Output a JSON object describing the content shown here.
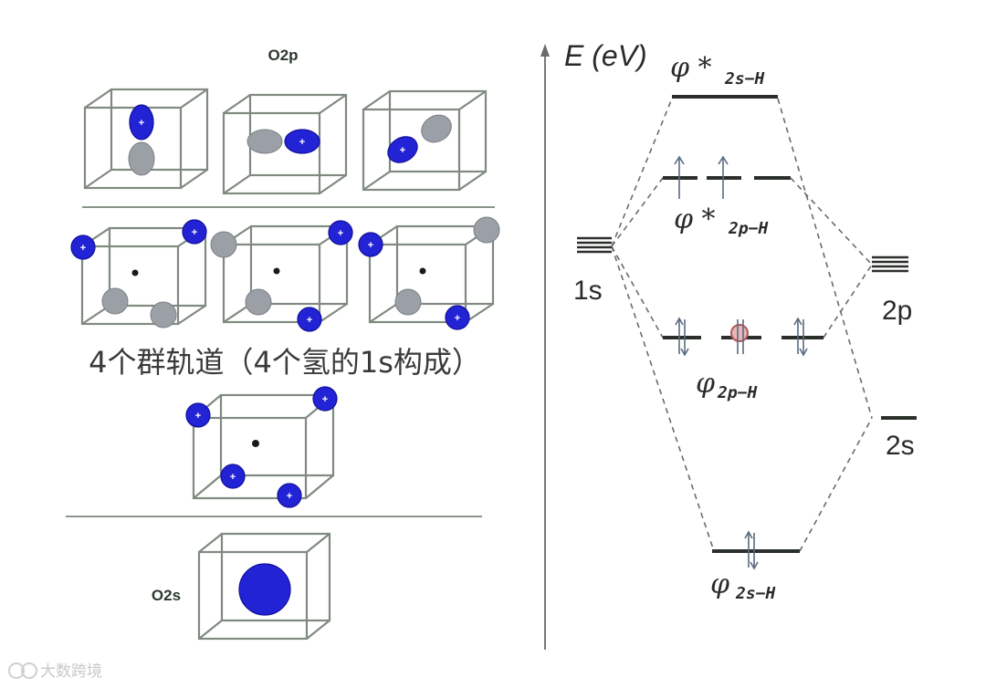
{
  "left": {
    "o2p_label": "O2p",
    "group_orbitals_caption": "4个群轨道（4个氢的1s构成）",
    "o2s_label": "O2s"
  },
  "right": {
    "energy_axis_label": "E (eV)",
    "h_levels_label": "1s",
    "o_2p_label": "2p",
    "o_2s_label": "2s",
    "mo_labels": {
      "antibonding_2s": {
        "symbol": "φ *",
        "subscript": "2s−H"
      },
      "antibonding_2p": {
        "symbol": "φ *",
        "subscript": "2p−H"
      },
      "bonding_2p": {
        "symbol": "φ",
        "subscript": "2p−H"
      },
      "bonding_2s": {
        "symbol": "φ",
        "subscript": "2s−H"
      }
    }
  },
  "watermark": "大数跨境",
  "colors": {
    "lobe_positive": "#2323d6",
    "lobe_negative": "#9aa0a6",
    "box_line": "#808a80",
    "level_line": "#2a2f2a",
    "correlation_dash": "#6b6b6b"
  },
  "icons": {
    "lobe_sign": "plus-sign",
    "electron_pair": "up-down-arrow-pair",
    "single_electron": "up-arrow",
    "watermark_logo": "logo-icon"
  }
}
